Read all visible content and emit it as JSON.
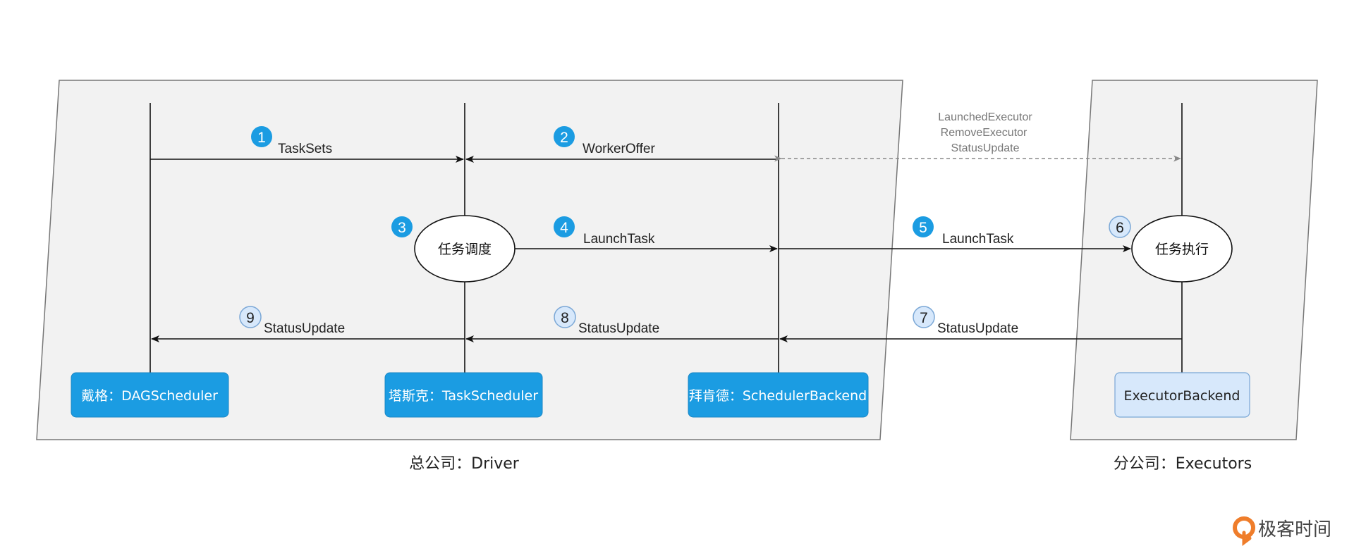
{
  "regions": {
    "driver": {
      "caption": "总公司：Driver"
    },
    "executors": {
      "caption": "分公司：Executors"
    }
  },
  "components": {
    "dag": "戴格：DAGScheduler",
    "task": "塔斯克：TaskScheduler",
    "backend": "拜肯德：SchedulerBackend",
    "executor": "ExecutorBackend"
  },
  "nodes": {
    "schedule": "任务调度",
    "execute": "任务执行"
  },
  "steps": [
    {
      "num": "1",
      "label": "TaskSets"
    },
    {
      "num": "2",
      "label": "WorkerOffer"
    },
    {
      "num": "3",
      "label": ""
    },
    {
      "num": "4",
      "label": "LaunchTask"
    },
    {
      "num": "5",
      "label": "LaunchTask"
    },
    {
      "num": "6",
      "label": ""
    },
    {
      "num": "7",
      "label": "StatusUpdate"
    },
    {
      "num": "8",
      "label": "StatusUpdate"
    },
    {
      "num": "9",
      "label": "StatusUpdate"
    }
  ],
  "dashed_messages": [
    "LaunchedExecutor",
    "RemoveExecutor",
    "StatusUpdate"
  ],
  "brand": {
    "name": "极客时间"
  },
  "colors": {
    "primary": "#1b9ce2",
    "light": "#d7e8fb",
    "region": "#f2f2f2"
  }
}
